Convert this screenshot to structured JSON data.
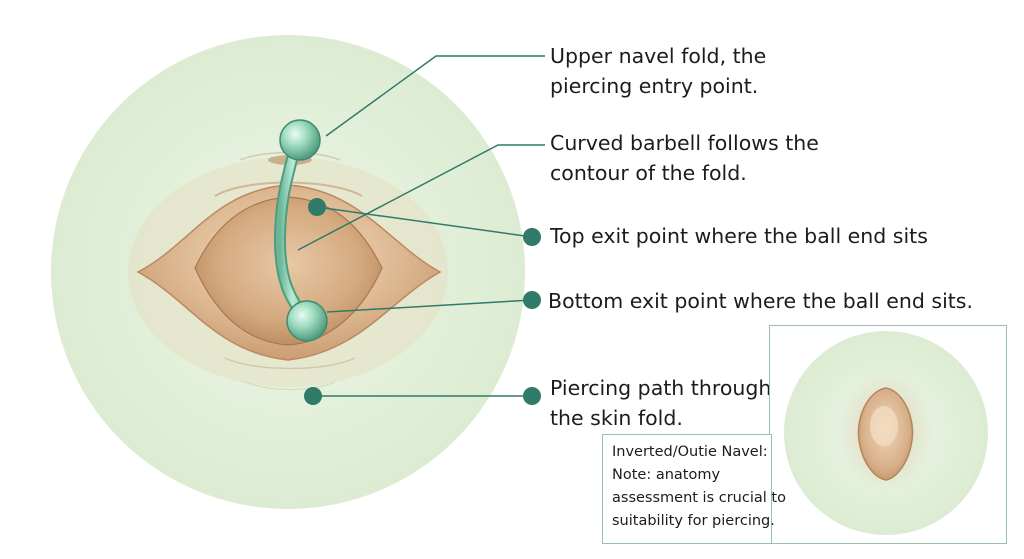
{
  "labels": {
    "upper_fold": [
      "Upper navel fold, the",
      "piercing entry point."
    ],
    "curved_barbell": [
      "Curved barbell follows the",
      "contour of the fold."
    ],
    "top_exit": [
      "Top exit point where the ball end sits"
    ],
    "bottom_exit": [
      "Bottom exit point where the ball end sits."
    ],
    "piercing_path": [
      "Piercing path through",
      "the skin fold."
    ]
  },
  "inset": {
    "note_lines": [
      "Inverted/Outie Navel:",
      "Note: anatomy",
      "assessment is crucial to",
      "suitability for piercing."
    ]
  },
  "colors": {
    "background_circle": "#e6f2de",
    "leader_line": "#2f7a69",
    "marker_dot": "#2f7a69",
    "barbell": "#8ed1b4",
    "skin": "#d9b48e",
    "inset_border": "#9bbfa9"
  }
}
